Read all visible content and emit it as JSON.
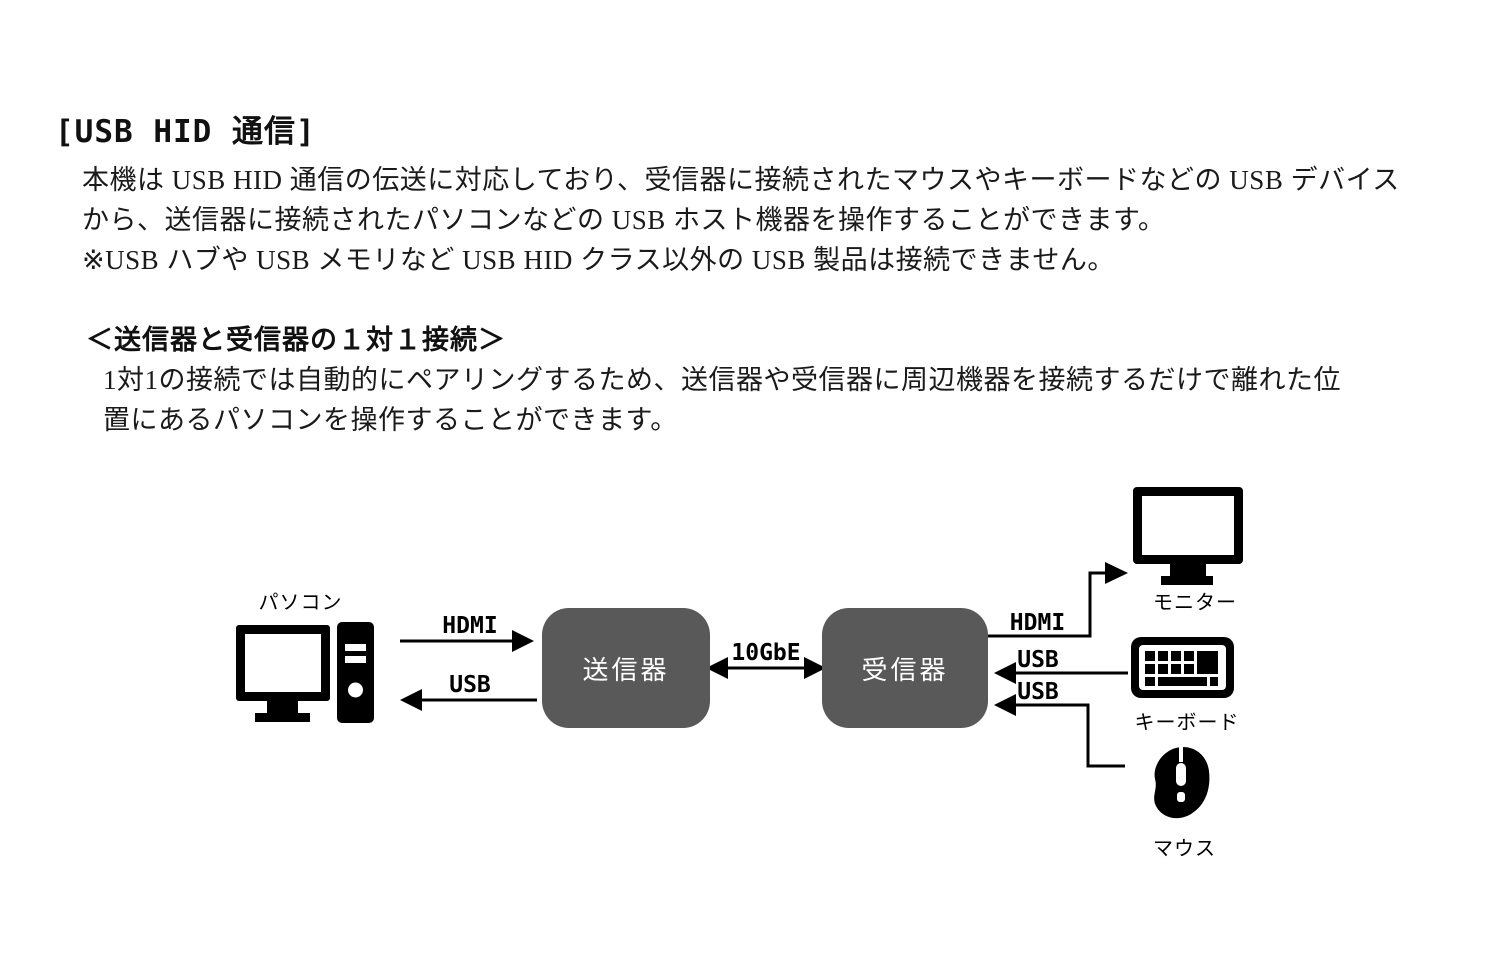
{
  "page": {
    "title": "[USB HID 通信]",
    "intro": {
      "lines": [
        "本機は USB HID 通信の伝送に対応しており、受信器に接続されたマウスやキーボードなどの USB デバイス",
        "から、送信器に接続されたパソコンなどの USB ホスト機器を操作することができます。",
        "※USB ハブや USB メモリなど USB HID クラス以外の USB 製品は接続できません。"
      ]
    },
    "section": {
      "heading": "＜送信器と受信器の１対１接続＞",
      "lines": [
        "1対1の接続では自動的にペアリングするため、送信器や受信器に周辺機器を接続するだけで離れた位",
        "置にあるパソコンを操作することができます。"
      ]
    }
  },
  "diagram": {
    "pc": {
      "label": "パソコン"
    },
    "transmitter": {
      "label": "送信器"
    },
    "receiver": {
      "label": "受信器"
    },
    "link": {
      "label": "10GbE"
    },
    "connections": {
      "pc_to_tx": "HDMI",
      "tx_to_pc": "USB",
      "rx_to_monitor": "HDMI",
      "keyboard_to_rx": "USB",
      "mouse_to_rx": "USB"
    },
    "monitor": {
      "label": "モニター"
    },
    "keyboard": {
      "label": "キーボード"
    },
    "mouse": {
      "label": "マウス"
    },
    "colors": {
      "device_box_fill": "#595959",
      "device_box_text": "#ffffff",
      "line_color": "#000000"
    }
  }
}
